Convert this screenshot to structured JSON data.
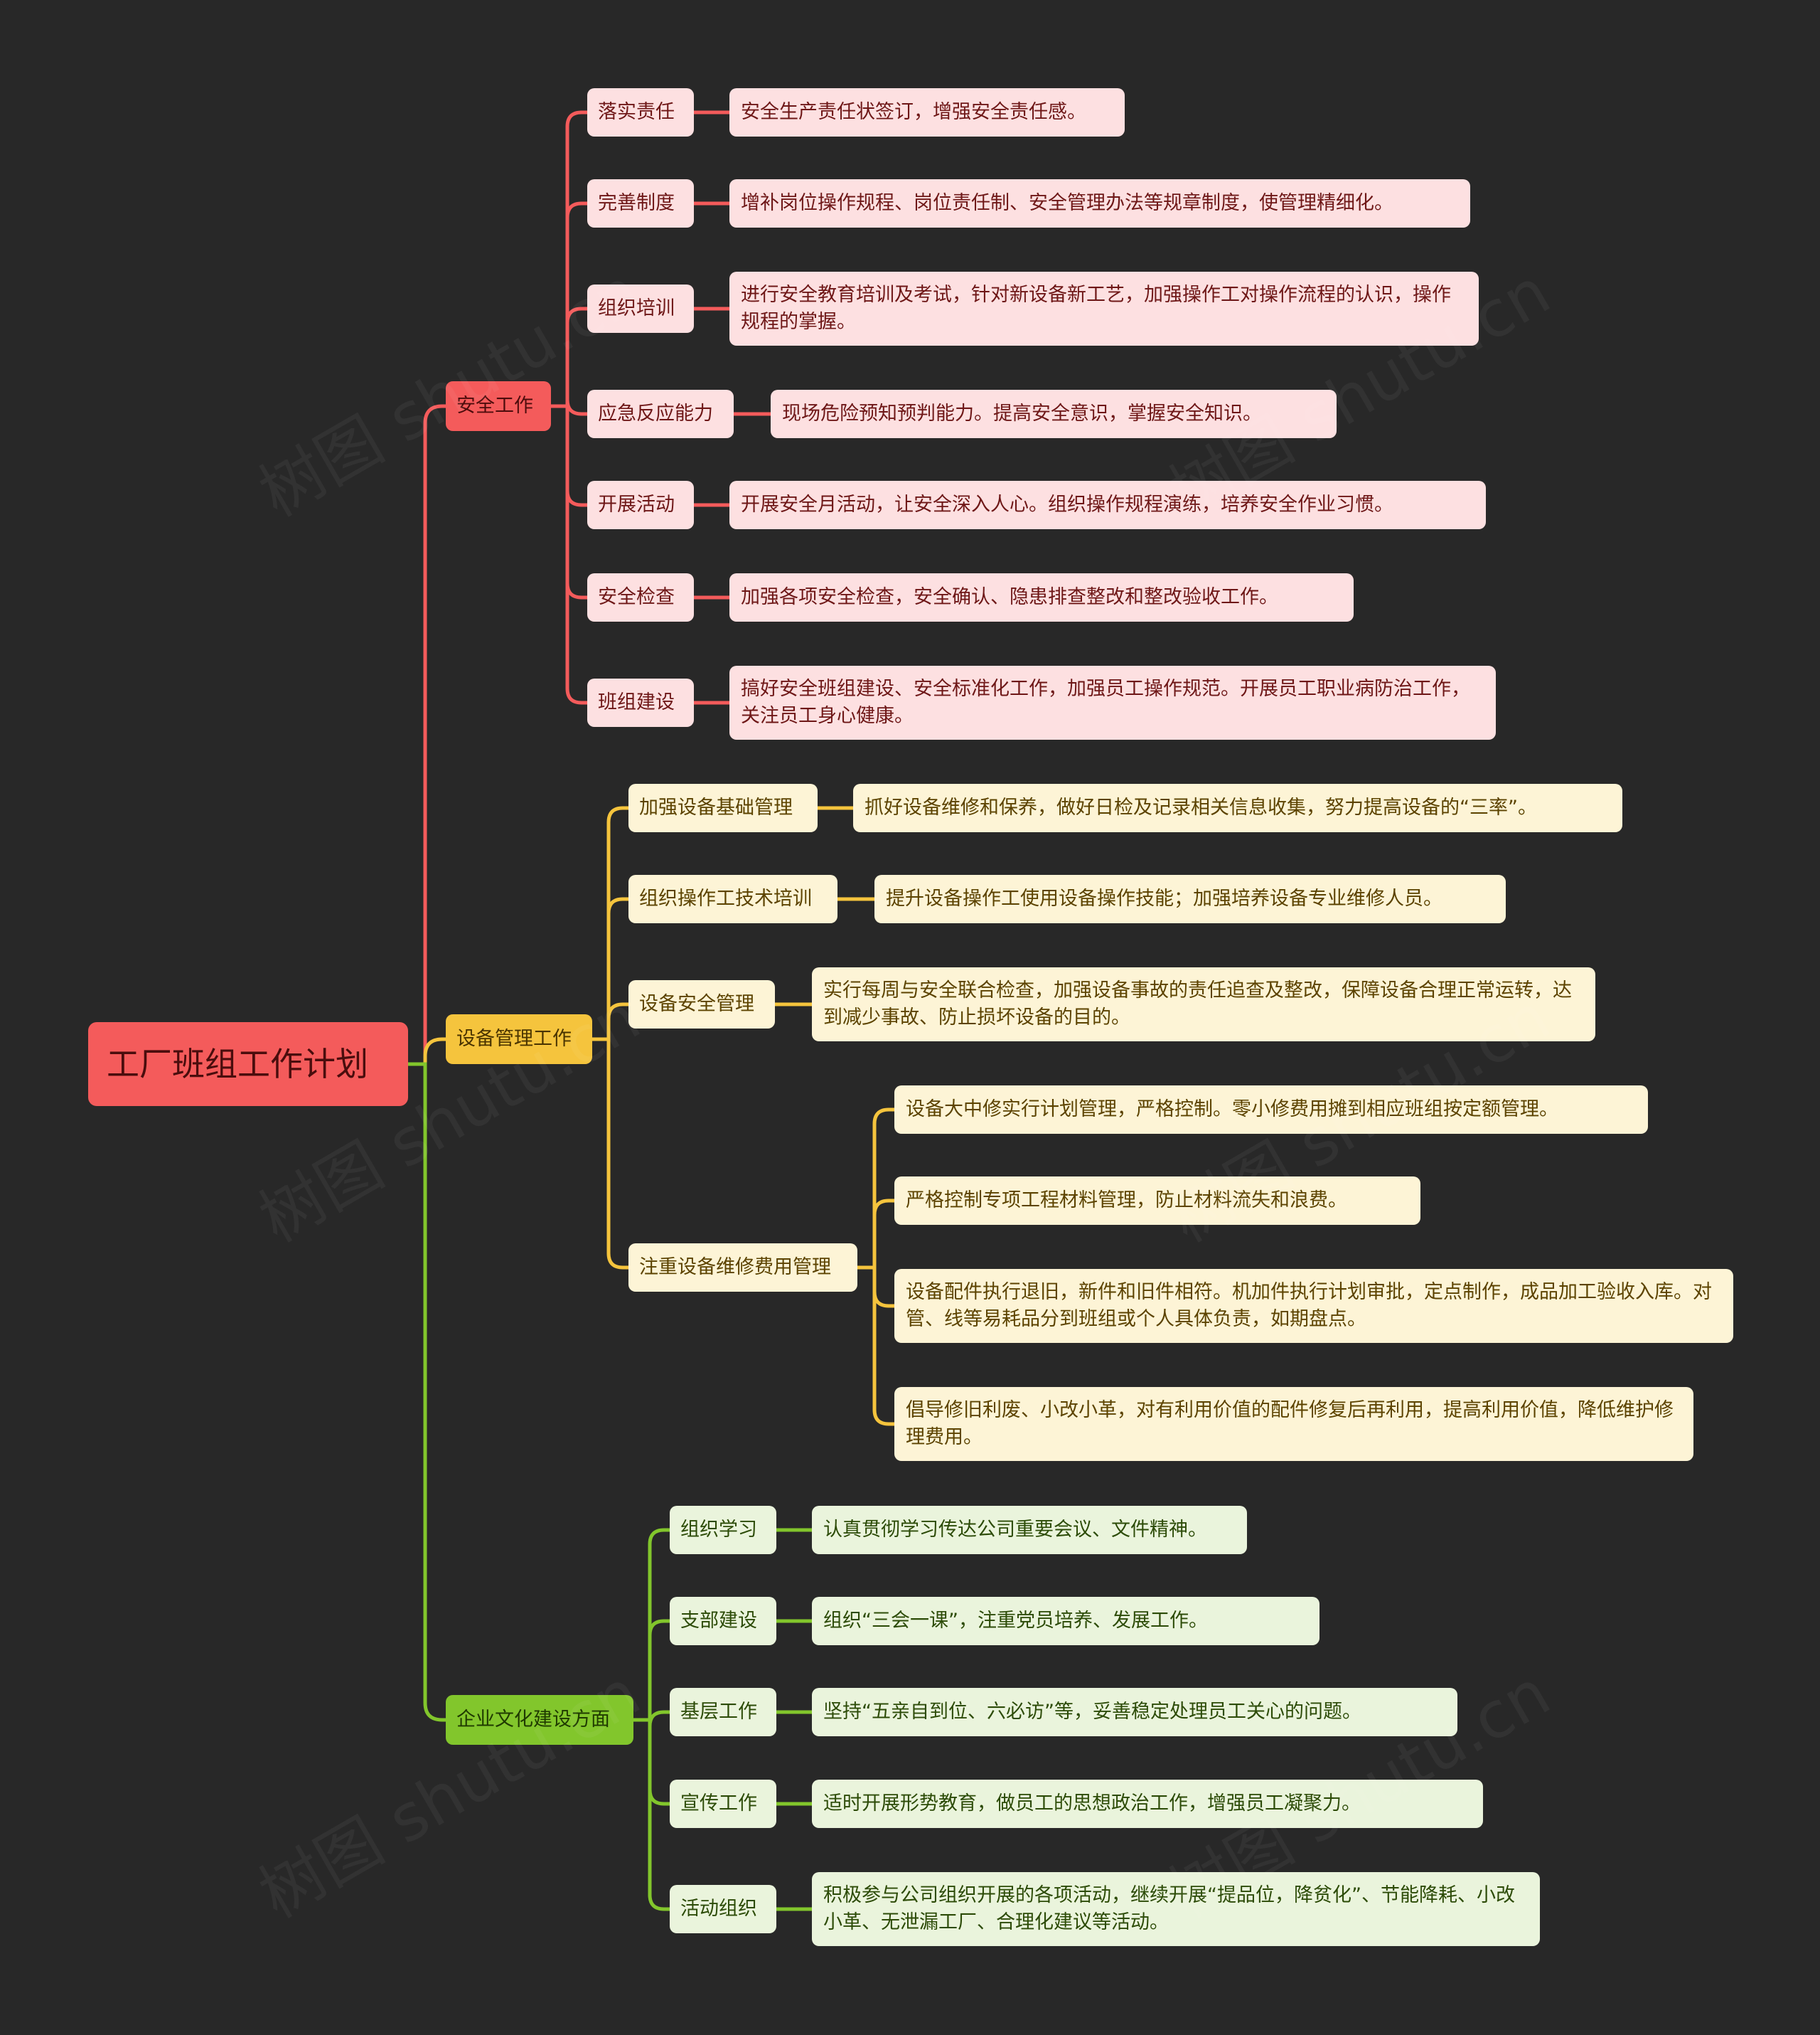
{
  "root": {
    "label": "工厂班组工作计划"
  },
  "colors": {
    "red": "#f45b5b",
    "yellow": "#f5c43d",
    "green": "#82c62c",
    "background": "#282828"
  },
  "watermark": "树图 shutu.cn",
  "branches": [
    {
      "label": "安全工作",
      "color": "red",
      "children": [
        {
          "label": "落实责任",
          "details": [
            "安全生产责任状签订，增强安全责任感。"
          ]
        },
        {
          "label": "完善制度",
          "details": [
            "增补岗位操作规程、岗位责任制、安全管理办法等规章制度，使管理精细化。"
          ]
        },
        {
          "label": "组织培训",
          "details": [
            "进行安全教育培训及考试，针对新设备新工艺，加强操作工对操作流程的认识，操作规程的掌握。"
          ]
        },
        {
          "label": "应急反应能力",
          "details": [
            "现场危险预知预判能力。提高安全意识，掌握安全知识。"
          ]
        },
        {
          "label": "开展活动",
          "details": [
            "开展安全月活动，让安全深入人心。组织操作规程演练，培养安全作业习惯。"
          ]
        },
        {
          "label": "安全检查",
          "details": [
            "加强各项安全检查，安全确认、隐患排查整改和整改验收工作。"
          ]
        },
        {
          "label": "班组建设",
          "details": [
            "搞好安全班组建设、安全标准化工作，加强员工操作规范。开展员工职业病防治工作，关注员工身心健康。"
          ]
        }
      ]
    },
    {
      "label": "设备管理工作",
      "color": "yellow",
      "children": [
        {
          "label": "加强设备基础管理",
          "details": [
            "抓好设备维修和保养，做好日检及记录相关信息收集，努力提高设备的“三率”。"
          ]
        },
        {
          "label": "组织操作工技术培训",
          "details": [
            "提升设备操作工使用设备操作技能；加强培养设备专业维修人员。"
          ]
        },
        {
          "label": "设备安全管理",
          "details": [
            "实行每周与安全联合检查，加强设备事故的责任追查及整改，保障设备合理正常运转，达到减少事故、防止损坏设备的目的。"
          ]
        },
        {
          "label": "注重设备维修费用管理",
          "details": [
            "设备大中修实行计划管理，严格控制。零小修费用摊到相应班组按定额管理。",
            "严格控制专项工程材料管理，防止材料流失和浪费。",
            "设备配件执行退旧，新件和旧件相符。机加件执行计划审批，定点制作，成品加工验收入库。对管、线等易耗品分到班组或个人具体负责，如期盘点。",
            "倡导修旧利废、小改小革，对有利用价值的配件修复后再利用，提高利用价值，降低维护修理费用。"
          ]
        }
      ]
    },
    {
      "label": "企业文化建设方面",
      "color": "green",
      "children": [
        {
          "label": "组织学习",
          "details": [
            "认真贯彻学习传达公司重要会议、文件精神。"
          ]
        },
        {
          "label": "支部建设",
          "details": [
            "组织“三会一课”，注重党员培养、发展工作。"
          ]
        },
        {
          "label": "基层工作",
          "details": [
            "坚持“五亲自到位、六必访”等，妥善稳定处理员工关心的问题。"
          ]
        },
        {
          "label": "宣传工作",
          "details": [
            "适时开展形势教育，做员工的思想政治工作，增强员工凝聚力。"
          ]
        },
        {
          "label": "活动组织",
          "details": [
            "积极参与公司组织开展的各项活动，继续开展“提品位，降贫化”、节能降耗、小改小革、无泄漏工厂、合理化建议等活动。"
          ]
        }
      ]
    }
  ]
}
